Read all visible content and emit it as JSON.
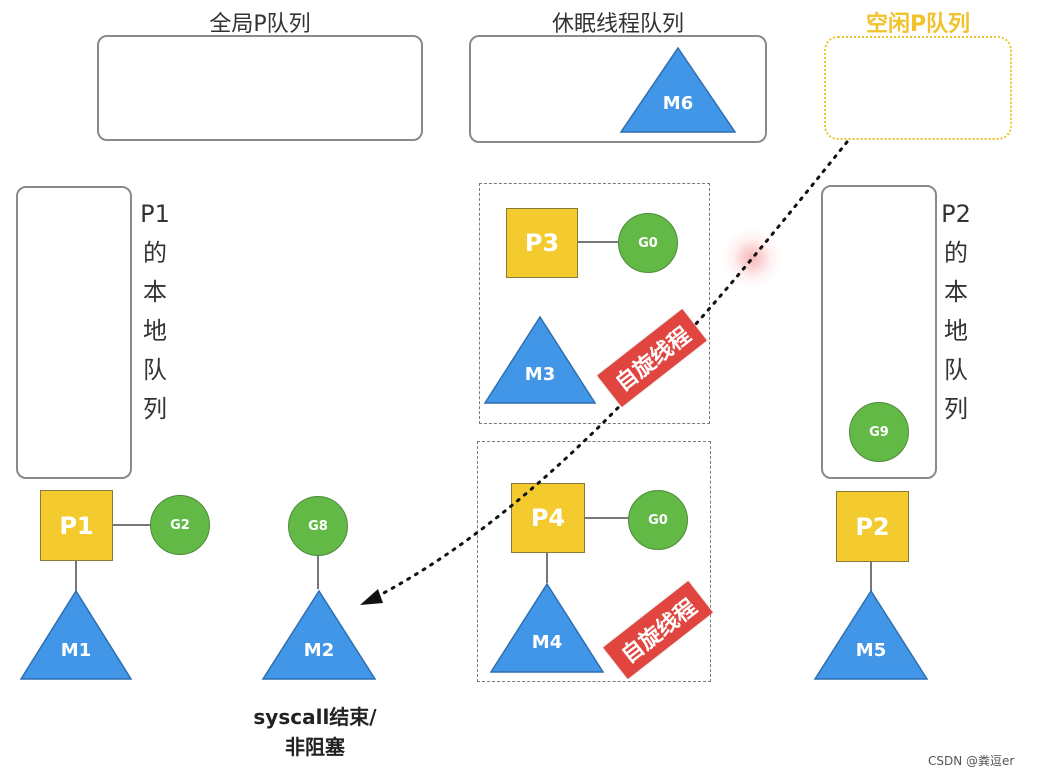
{
  "titles": {
    "global_p_queue": "全局P队列",
    "sleep_thread_queue": "休眠线程队列",
    "idle_p_queue": "空闲P队列"
  },
  "local_queue_labels": {
    "p1": [
      "P1",
      "的",
      "本",
      "地",
      "队",
      "列"
    ],
    "p2": [
      "P2",
      "的",
      "本",
      "地",
      "队",
      "列"
    ]
  },
  "processors": {
    "p1": "P1",
    "p2": "P2",
    "p3": "P3",
    "p4": "P4"
  },
  "goroutines": {
    "g0_p3": "G0",
    "g0_p4": "G0",
    "g2": "G2",
    "g8": "G8",
    "g9": "G9"
  },
  "threads": {
    "m1": "M1",
    "m2": "M2",
    "m3": "M3",
    "m4": "M4",
    "m5": "M5",
    "m6": "M6"
  },
  "spin_label_1": "自旋线程",
  "spin_label_2": "自旋线程",
  "caption": {
    "line1": "syscall结束/",
    "line2": "非阻塞"
  },
  "watermark": "CSDN @粪逗er",
  "colors": {
    "processor": "#f3cb2e",
    "goroutine": "#62b946",
    "thread": "#4196e8",
    "spin_badge": "#e0453f",
    "idle_title": "#f0c22b"
  }
}
